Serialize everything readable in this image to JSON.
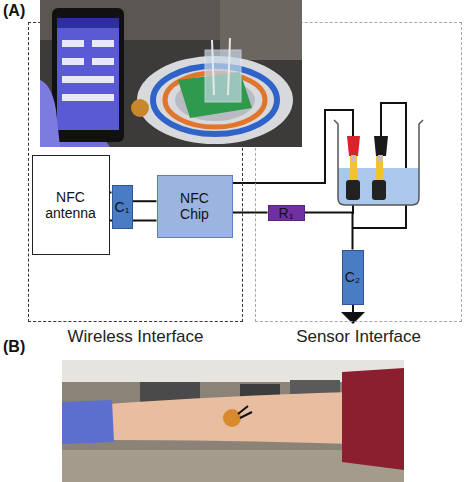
{
  "diagram": {
    "nodes": [
      {
        "text": [
          "Wireless Interface"
        ]
      },
      {
        "text": [
          "Sensor Interface"
        ]
      },
      {
        "text": [
          "NFC antenna"
        ],
        "in": 0
      },
      {
        "text": [
          "C₁"
        ],
        "in": 0
      },
      {
        "text": [
          "NFC Chip"
        ],
        "in": 0
      },
      {
        "text": [
          "R₁"
        ],
        "in": 1
      },
      {
        "text": [
          "C₂"
        ],
        "in": 1
      }
    ],
    "edges": [
      {
        "from": 2,
        "to": 3,
        "arrow": "none"
      },
      {
        "from": 3,
        "to": 4,
        "arrow": "none"
      },
      {
        "from": 2,
        "to": 4,
        "arrow": "none"
      },
      {
        "from": 4,
        "to": 5,
        "arrow": "none"
      },
      {
        "from": 5,
        "to": 6,
        "arrow": "none"
      }
    ],
    "labels": [
      "(A)",
      "(B)"
    ]
  }
}
